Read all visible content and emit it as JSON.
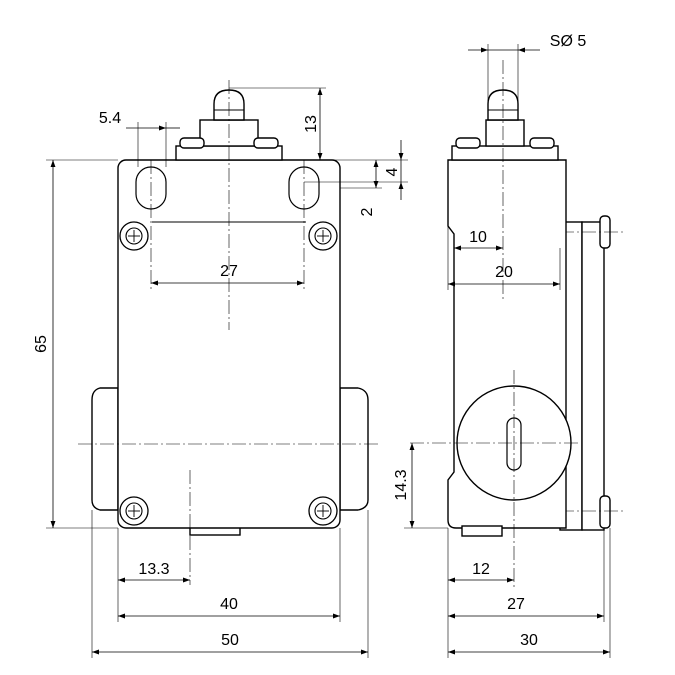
{
  "front_view": {
    "dim_width_outer": "50",
    "dim_width_body": "40",
    "dim_offset_left": "13.3",
    "dim_height": "65",
    "dim_slot_spacing": "27",
    "dim_slot_offset": "5.4",
    "dim_plunger_height": "13",
    "dim_slot_height": "4",
    "dim_slot_to_top": "2"
  },
  "side_view": {
    "dim_plunger_diameter": "SØ 5",
    "dim_plunger_offset": "10",
    "dim_plunger_to_cover": "20",
    "dim_center_height": "14.3",
    "dim_center_offset": "12",
    "dim_depth_body": "27",
    "dim_depth_total": "30"
  }
}
